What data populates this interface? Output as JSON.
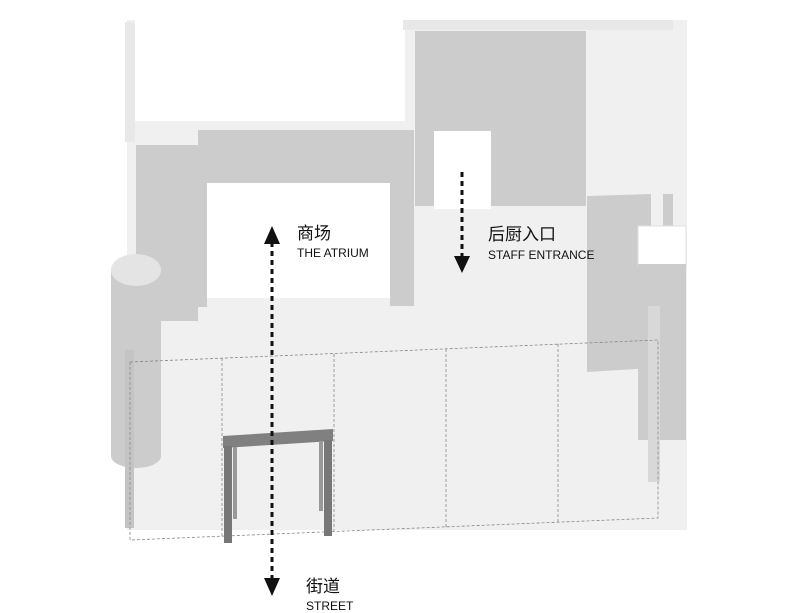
{
  "labels": {
    "atrium": {
      "zh": "商场",
      "en": "THE ATRIUM"
    },
    "staff": {
      "zh": "后厨入口",
      "en": "STAFF ENTRANCE"
    },
    "street": {
      "zh": "街道",
      "en": "STREET"
    }
  },
  "colors": {
    "light_grey": "#f0f0f0",
    "mid_grey": "#cccccc",
    "pale_grey": "#e4e4e4",
    "bench": "#777777",
    "arrow": "#111111"
  }
}
